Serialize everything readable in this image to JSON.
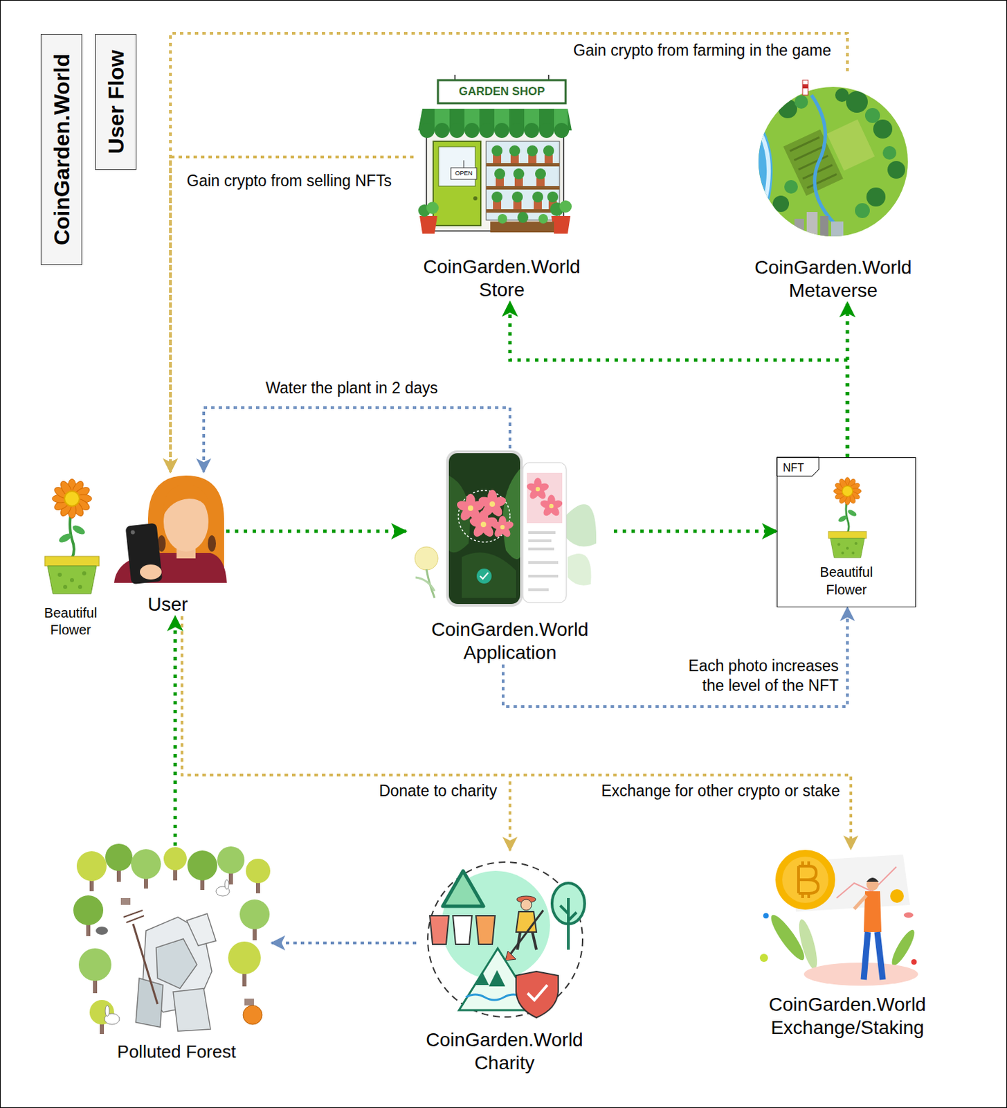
{
  "diagram": {
    "nodes": [
      {
        "text": [
          "CoinGarden.World"
        ]
      },
      {
        "text": [
          "User Flow"
        ]
      },
      {
        "text": [
          "CoinGarden.World Store"
        ]
      },
      {
        "text": [
          "CoinGarden.World Metaverse"
        ]
      },
      {
        "text": [
          "User"
        ]
      },
      {
        "text": [
          "CoinGarden.World Application"
        ]
      },
      {
        "text": [
          "NFT",
          "Beautiful Flower"
        ]
      },
      {
        "text": [
          "Polluted Forest"
        ]
      },
      {
        "text": [
          "CoinGarden.World Charity"
        ]
      },
      {
        "text": [
          "CoinGarden.World Exchange/Staking"
        ]
      }
    ],
    "edges": [
      {
        "from": 3,
        "to": 4,
        "arrow": "to",
        "label": "Gain crypto from farming in the game"
      },
      {
        "from": 2,
        "to": 4,
        "arrow": "to",
        "label": "Gain crypto from selling NFTs"
      },
      {
        "from": 5,
        "to": 4,
        "arrow": "to",
        "label": "Water the plant in 2 days"
      },
      {
        "from": 4,
        "to": 5,
        "arrow": "to"
      },
      {
        "from": 5,
        "to": 6,
        "arrow": "to"
      },
      {
        "from": 6,
        "to": 3,
        "arrow": "to"
      },
      {
        "from": 6,
        "to": 2,
        "arrow": "to"
      },
      {
        "from": 5,
        "to": 6,
        "arrow": "to",
        "label": "Each photo increases the level of the NFT"
      },
      {
        "from": 7,
        "to": 4,
        "arrow": "to"
      },
      {
        "from": 4,
        "to": 8,
        "arrow": "to",
        "label": "Donate to charity"
      },
      {
        "from": 4,
        "to": 9,
        "arrow": "to",
        "label": "Exchange for other crypto or stake"
      },
      {
        "from": 8,
        "to": 7,
        "arrow": "to"
      }
    ],
    "labels": [
      "Beautiful Flower",
      "GARDEN SHOP",
      "OPEN"
    ]
  }
}
